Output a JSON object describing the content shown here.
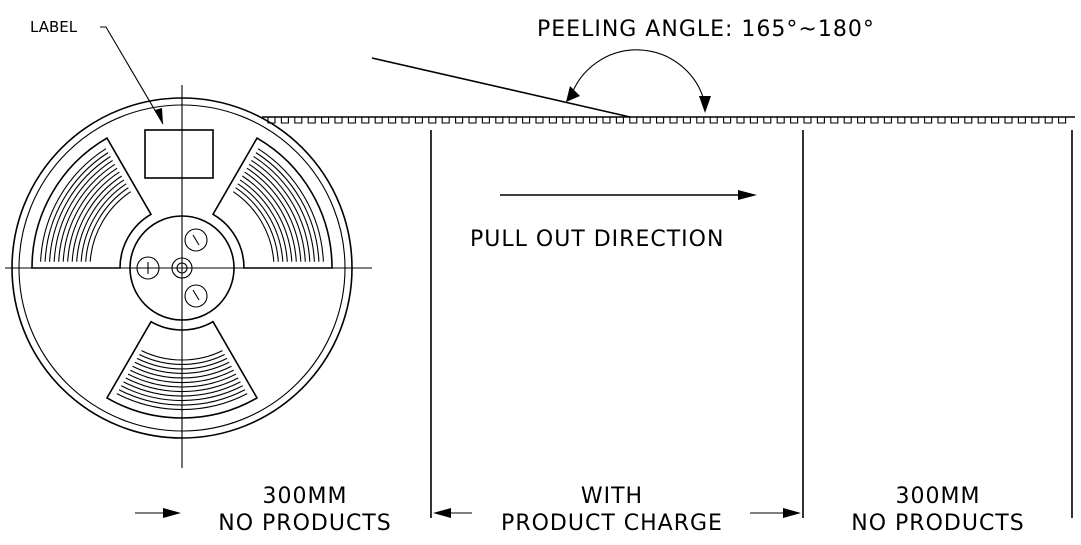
{
  "labels": {
    "label": "LABEL",
    "peeling_angle": "PEELING ANGLE: 165°~180°",
    "pull_out_direction": "PULL OUT DIRECTION",
    "left_section_line1": "300MM",
    "left_section_line2": "NO PRODUCTS",
    "middle_section_line1": "WITH",
    "middle_section_line2": "PRODUCT CHARGE",
    "right_section_line1": "300MM",
    "right_section_line2": "NO PRODUCTS"
  }
}
